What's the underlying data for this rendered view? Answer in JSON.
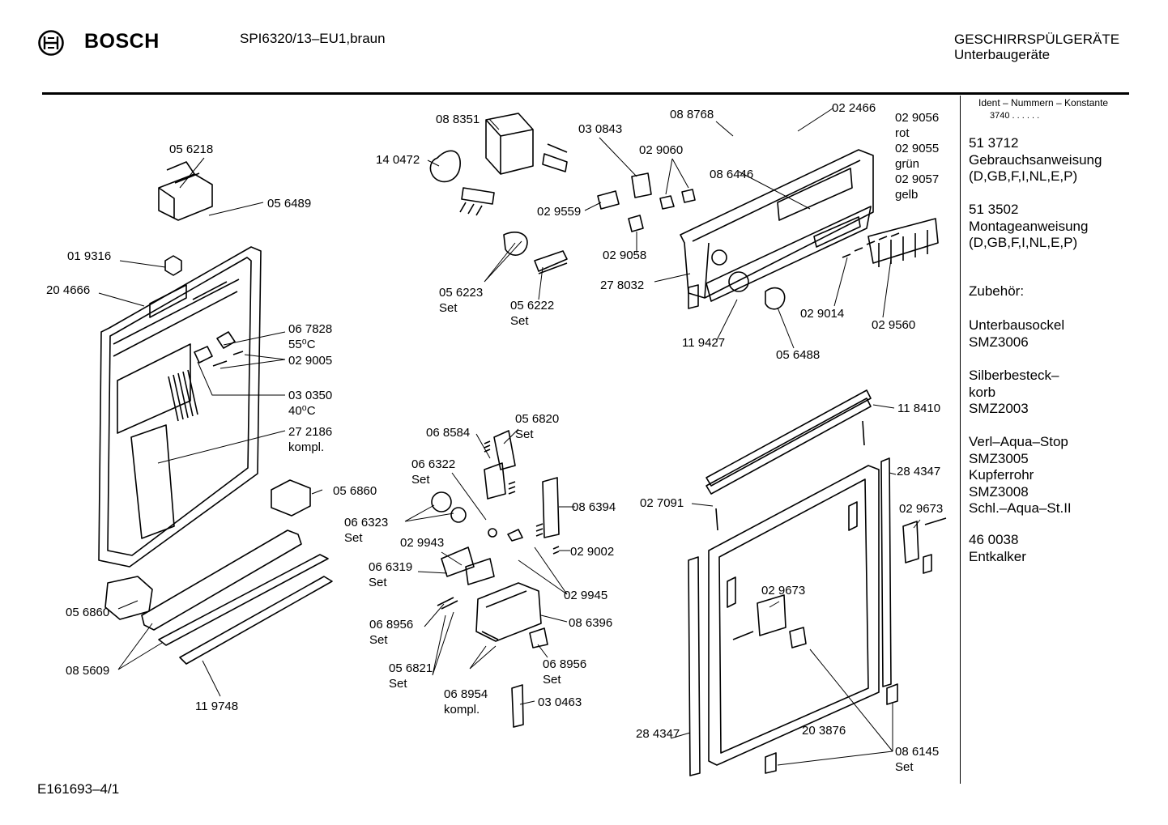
{
  "header": {
    "brand": "BOSCH",
    "model": "SPI6320/13–EU1,braun",
    "category": "GESCHIRRSPÜLGERÄTE",
    "subcategory": "Unterbaugeräte"
  },
  "sidebar": {
    "ident_header": "Ident – Nummern – Konstante",
    "ident_value": "3740 . . . . . .",
    "entries": [
      [
        "51 3712",
        "Gebrauchsanweisung",
        "(D,GB,F,I,NL,E,P)"
      ],
      [
        "51 3502",
        "Montageanweisung",
        "(D,GB,F,I,NL,E,P)"
      ],
      [
        "Zubehör:"
      ],
      [
        "Unterbausockel",
        "SMZ3006"
      ],
      [
        "Silberbesteck–",
        "korb",
        "SMZ2003"
      ],
      [
        "Verl–Aqua–Stop",
        "SMZ3005",
        "Kupferrohr",
        "SMZ3008",
        "Schl.–Aqua–St.II"
      ],
      [
        "46 0038",
        "Entkalker"
      ]
    ]
  },
  "labels": [
    [
      "05 6218"
    ],
    [
      "05 6489"
    ],
    [
      "01 9316"
    ],
    [
      "20 4666"
    ],
    [
      "06 7828",
      "55⁰C"
    ],
    [
      "02 9005"
    ],
    [
      "03 0350",
      "40⁰C"
    ],
    [
      "27 2186",
      "kompl."
    ],
    [
      "05 6860"
    ],
    [
      "05 6860"
    ],
    [
      "08 5609"
    ],
    [
      "11 9748"
    ],
    [
      "08 8351"
    ],
    [
      "14 0472"
    ],
    [
      "03 0843"
    ],
    [
      "02 9559"
    ],
    [
      "02 9060"
    ],
    [
      "02 9058"
    ],
    [
      "05 6223",
      "Set"
    ],
    [
      "05 6222",
      "Set"
    ],
    [
      "08 8768"
    ],
    [
      "02 2466"
    ],
    [
      "02 9056",
      "rot"
    ],
    [
      "02 9055",
      "grün"
    ],
    [
      "02 9057",
      "gelb"
    ],
    [
      "08 6446"
    ],
    [
      "27 8032"
    ],
    [
      "11 9427"
    ],
    [
      "05 6488"
    ],
    [
      "02 9014"
    ],
    [
      "02 9560"
    ],
    [
      "06 8584"
    ],
    [
      "05 6820",
      "Set"
    ],
    [
      "06 6322",
      "Set"
    ],
    [
      "08 6394"
    ],
    [
      "06 6323",
      "Set"
    ],
    [
      "02 9943"
    ],
    [
      "02 9002"
    ],
    [
      "06 6319",
      "Set"
    ],
    [
      "02 9945"
    ],
    [
      "08 6396"
    ],
    [
      "06 8956",
      "Set"
    ],
    [
      "06 8956",
      "Set"
    ],
    [
      "05 6821",
      "Set"
    ],
    [
      "06 8954",
      "kompl."
    ],
    [
      "03 0463"
    ],
    [
      "11 8410"
    ],
    [
      "28 4347"
    ],
    [
      "02 7091"
    ],
    [
      "02 9673"
    ],
    [
      "02 9673"
    ],
    [
      "28 4347"
    ],
    [
      "20 3876"
    ],
    [
      "08 6145",
      "Set"
    ]
  ],
  "footer": "E161693–4/1"
}
